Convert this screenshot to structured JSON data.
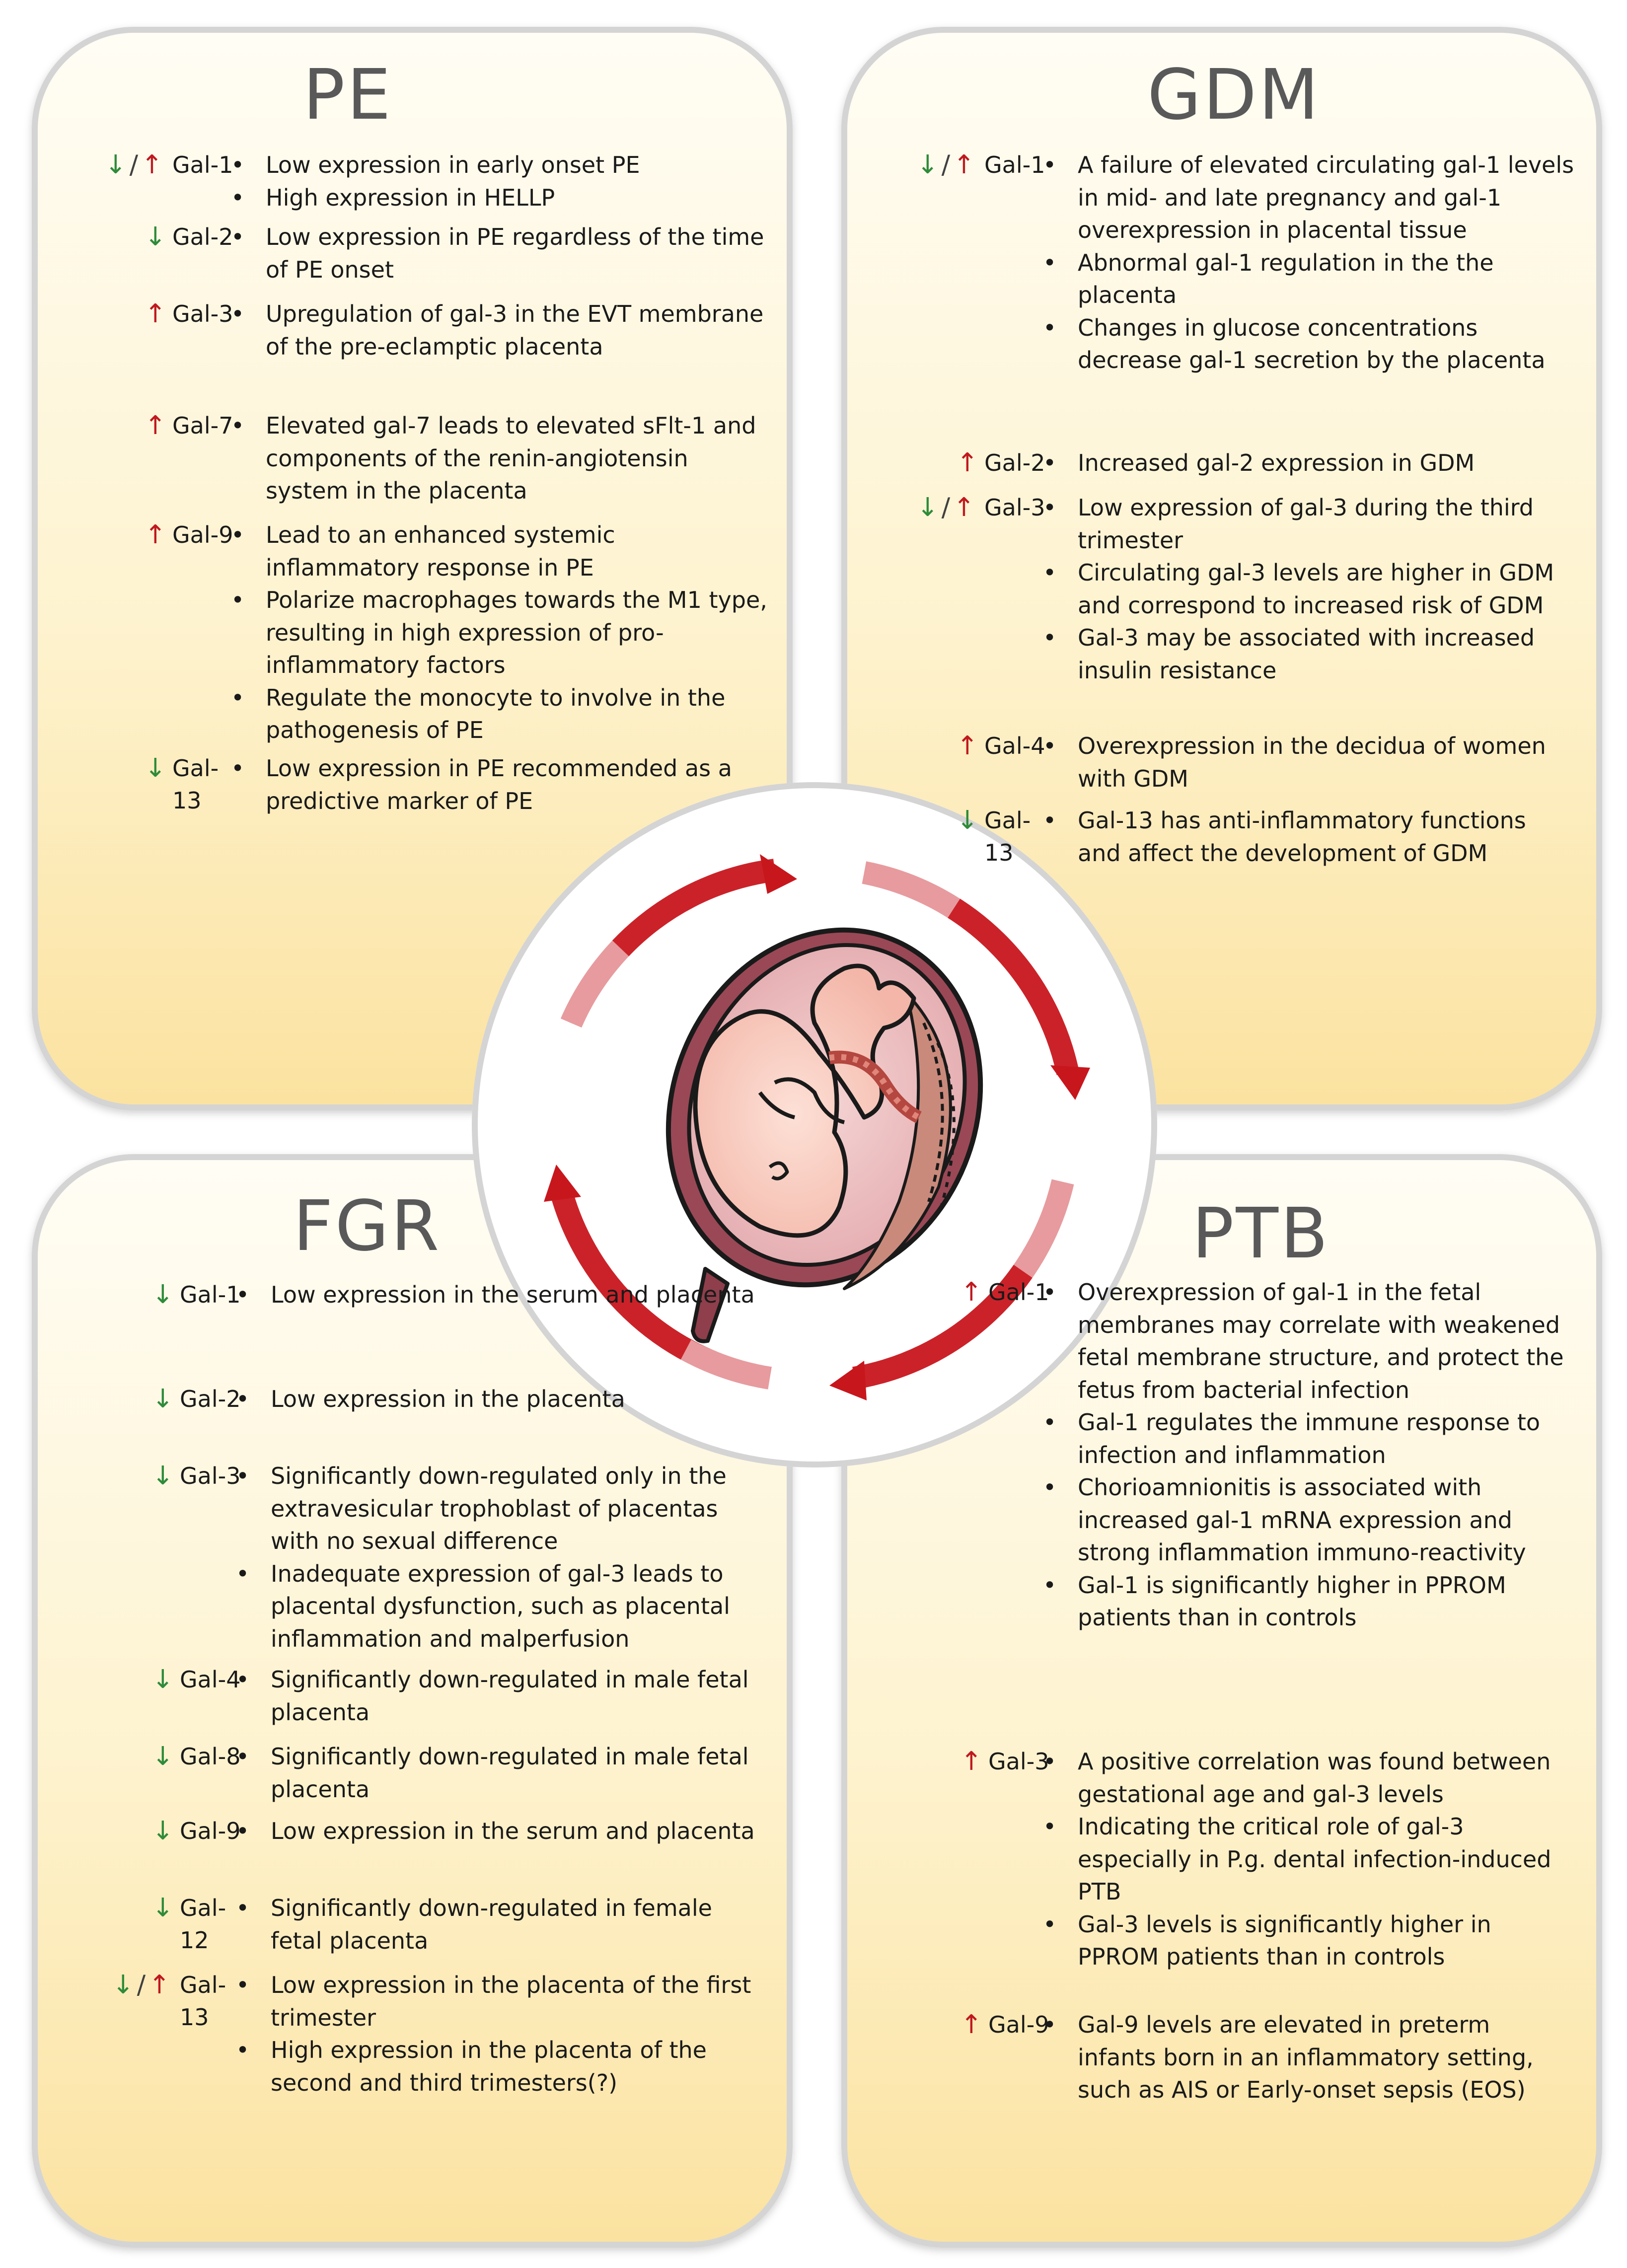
{
  "colors": {
    "panel_top": "#fffdf3",
    "panel_bottom": "#fbe3a2",
    "panel_border": "#d9d9d9",
    "arrow_red": "#c8161d",
    "arrow_up": "#c0181e",
    "arrow_down": "#2e8b3a"
  },
  "panels": {
    "pe": {
      "title": "PE",
      "rows": [
        {
          "arrow": "down-up",
          "label": "Gal-1",
          "bullets": [
            "Low expression in  early onset PE",
            "High expression in HELLP"
          ]
        },
        {
          "arrow": "down",
          "label": "Gal-2",
          "bullets": [
            "Low expression in PE regardless of the time of PE onset"
          ]
        },
        {
          "arrow": "up",
          "label": "Gal-3",
          "bullets": [
            "Upregulation of gal-3 in the EVT membrane of the pre-eclamptic placenta"
          ]
        },
        {
          "arrow": "up",
          "label": "Gal-7",
          "bullets": [
            "Elevated gal-7 leads to elevated sFlt-1 and components of the renin-angiotensin system in the placenta"
          ]
        },
        {
          "arrow": "up",
          "label": "Gal-9",
          "bullets": [
            "Lead to an enhanced systemic inflammatory response in PE",
            "Polarize macrophages towards the M1 type, resulting in high expression of pro-inflammatory factors",
            "Regulate the monocyte to involve in the pathogenesis of PE"
          ]
        },
        {
          "arrow": "down",
          "label": "Gal-13",
          "bullets": [
            "Low expression in PE recommended as a predictive marker of PE"
          ]
        }
      ]
    },
    "gdm": {
      "title": "GDM",
      "rows": [
        {
          "arrow": "down-up",
          "label": "Gal-1",
          "bullets": [
            "A failure of elevated circulating gal-1 levels in mid- and late pregnancy and gal-1 overexpression in placental tissue",
            "Abnormal gal-1 regulation in the the placenta",
            "Changes in glucose concentrations decrease gal-1 secretion by the placenta"
          ]
        },
        {
          "arrow": "up",
          "label": "Gal-2",
          "bullets": [
            "Increased gal-2 expression in GDM"
          ]
        },
        {
          "arrow": "down-up",
          "label": "Gal-3",
          "bullets": [
            "Low expression of gal-3 during the third trimester",
            "Circulating gal-3 levels are higher in GDM and correspond to increased risk of GDM",
            "Gal-3 may be associated with increased insulin resistance"
          ]
        },
        {
          "arrow": "up",
          "label": "Gal-4",
          "bullets": [
            "Overexpression in the decidua of women with GDM"
          ]
        },
        {
          "arrow": "down",
          "label": "Gal-13",
          "bullets": [
            "Gal-13 has anti-inflammatory functions and affect the development of GDM"
          ]
        }
      ]
    },
    "fgr": {
      "title": "FGR",
      "rows": [
        {
          "arrow": "down",
          "label": "Gal-1",
          "bullets": [
            "Low expression in the serum and placenta"
          ]
        },
        {
          "arrow": "down",
          "label": "Gal-2",
          "bullets": [
            "Low expression in the placenta"
          ]
        },
        {
          "arrow": "down",
          "label": "Gal-3",
          "bullets": [
            "Significantly down-regulated only in the extravesicular trophoblast of placentas with no sexual difference",
            "Inadequate expression of gal-3 leads to placental dysfunction, such as  placental inflammation and malperfusion"
          ]
        },
        {
          "arrow": "down",
          "label": "Gal-4",
          "bullets": [
            "Significantly down-regulated in male fetal placenta"
          ]
        },
        {
          "arrow": "down",
          "label": "Gal-8",
          "bullets": [
            "Significantly down-regulated in male fetal placenta"
          ]
        },
        {
          "arrow": "down",
          "label": "Gal-9",
          "bullets": [
            "Low expression in the serum and placenta"
          ]
        },
        {
          "arrow": "down",
          "label": "Gal-12",
          "bullets": [
            "Significantly down-regulated in female fetal placenta"
          ]
        },
        {
          "arrow": "down-up",
          "label": "Gal-13",
          "bullets": [
            "Low expression in the placenta of the first trimester",
            "High expression in the placenta of the second and third trimesters(?)"
          ]
        }
      ]
    },
    "ptb": {
      "title": "PTB",
      "rows": [
        {
          "arrow": "up",
          "label": "Gal-1",
          "bullets": [
            "Overexpression of gal-1 in the fetal membranes may correlate with weakened fetal membrane structure, and protect the fetus from bacterial infection",
            "Gal-1 regulates the immune response to infection and inflammation",
            "Chorioamnionitis is associated with increased gal-1 mRNA expression and strong inflammation immuno-reactivity",
            "Gal-1 is significantly higher in PPROM patients than in controls"
          ]
        },
        {
          "arrow": "up",
          "label": "Gal-3",
          "bullets": [
            "A positive correlation was found between gestational age and gal-3 levels",
            "Indicating the critical role of gal-3 especially in P.g. dental infection-induced PTB",
            "Gal-3 levels is significantly higher in PPROM patients than in controls"
          ]
        },
        {
          "arrow": "up",
          "label": "Gal-9",
          "bullets": [
            "Gal-9 levels are elevated in preterm infants born in an inflammatory setting, such as AIS or Early-onset sepsis (EOS)"
          ]
        }
      ]
    }
  }
}
